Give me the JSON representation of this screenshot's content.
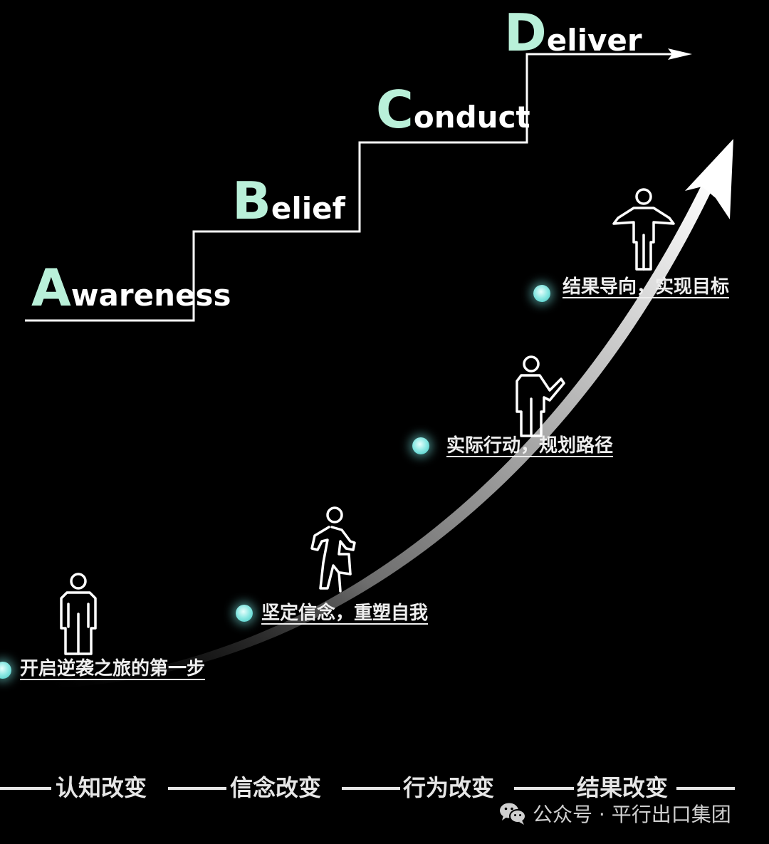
{
  "colors": {
    "background": "#000000",
    "stage_initial": "#b9f0d9",
    "line": "#ffffff",
    "dot": "#7fe3df"
  },
  "stages": [
    {
      "initial": "A",
      "rest": "wareness"
    },
    {
      "initial": "B",
      "rest": "elief"
    },
    {
      "initial": "C",
      "rest": "onduct"
    },
    {
      "initial": "D",
      "rest": "eliver"
    }
  ],
  "milestones": [
    {
      "text": "开启逆袭之旅的第一步",
      "icon": "standing-person-icon"
    },
    {
      "text": "坚定信念，重塑自我",
      "icon": "climbing-person-icon"
    },
    {
      "text": "实际行动，规划路径",
      "icon": "pointing-person-icon"
    },
    {
      "text": "结果导向，实现目标",
      "icon": "shrugging-person-icon"
    }
  ],
  "bottom_labels": [
    "认知改变",
    "信念改变",
    "行为改变",
    "结果改变"
  ],
  "watermark": {
    "icon": "wechat-icon",
    "text": "公众号 · 平行出口集团"
  }
}
